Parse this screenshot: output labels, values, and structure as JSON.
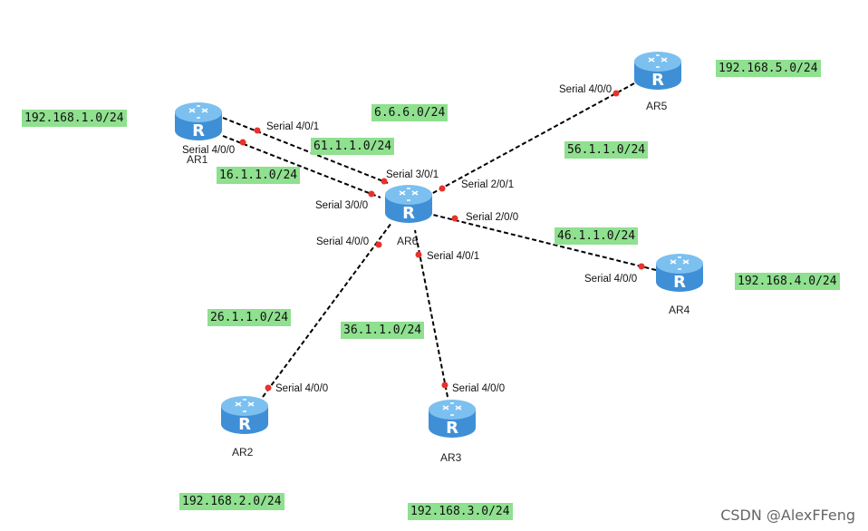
{
  "routers": {
    "ar1": {
      "name": "AR1"
    },
    "ar2": {
      "name": "AR2"
    },
    "ar3": {
      "name": "AR3"
    },
    "ar4": {
      "name": "AR4"
    },
    "ar5": {
      "name": "AR5"
    },
    "ar6": {
      "name": "AR6"
    }
  },
  "networks": {
    "lan1": "192.168.1.0/24",
    "lan2": "192.168.2.0/24",
    "lan3": "192.168.3.0/24",
    "lan4": "192.168.4.0/24",
    "lan5": "192.168.5.0/24",
    "loop6": "6.6.6.0/24",
    "link_ar1_ar6_a": "61.1.1.0/24",
    "link_ar1_ar6_b": "16.1.1.0/24",
    "link_ar2_ar6": "26.1.1.0/24",
    "link_ar3_ar6": "36.1.1.0/24",
    "link_ar4_ar6": "46.1.1.0/24",
    "link_ar5_ar6": "56.1.1.0/24"
  },
  "ports": {
    "ar1_s401": "Serial 4/0/1",
    "ar1_s400": "Serial 4/0/0",
    "ar6_s301": "Serial 3/0/1",
    "ar6_s300": "Serial 3/0/0",
    "ar6_s201": "Serial 2/0/1",
    "ar6_s200": "Serial 2/0/0",
    "ar6_s400": "Serial 4/0/0",
    "ar6_s401": "Serial 4/0/1",
    "ar2_s400": "Serial 4/0/0",
    "ar3_s400": "Serial 4/0/0",
    "ar4_s400": "Serial 4/0/0",
    "ar5_s400": "Serial 4/0/0"
  },
  "watermark": "CSDN @AlexFFeng",
  "colors": {
    "router_body": "#3f8fd6",
    "router_top": "#7cc0f0",
    "link": "#000000",
    "port_dot": "#e8322b",
    "net_label_bg": "#8fe08f"
  },
  "icons": {
    "router": "router-icon"
  }
}
